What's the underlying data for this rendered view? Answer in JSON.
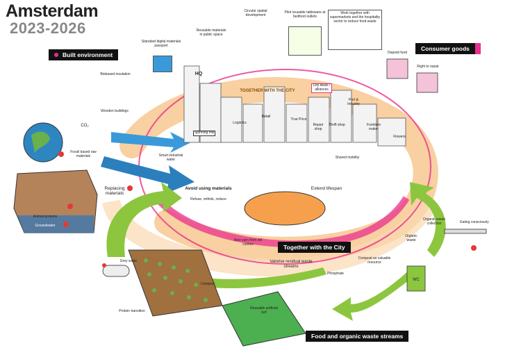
{
  "header": {
    "title": "Amsterdam",
    "subtitle": "2023-2026"
  },
  "sections": {
    "built_environment": "Built environment",
    "consumer_goods": "Consumer goods",
    "food_streams": "Food and organic waste streams",
    "together_city": "Together with the City"
  },
  "labels": {
    "materials_passport": "Standard digital materials passport",
    "reusable_public": "Reusable materials in public space",
    "circular_spatial": "Circular spatial development",
    "pilot_tableware": "Pilot reusable tableware at fastfood outlets",
    "work_together": "Work together with supermarkets and the hospitality sector to reduce food waste",
    "biobased_insulation": "Biobased insulation",
    "wooden_buildings": "Wooden buildings",
    "co2": "CO₂",
    "fossil_materials": "Fossil based raw materials",
    "replacing_materials": "Replacing materials",
    "animal_proteins": "Animal proteins",
    "groundwater": "Groundwater",
    "avoid_using": "Avoid using materials",
    "avoid_sub": "Refuse, rethink, reduce",
    "extend_lifespan": "Extend lifespan",
    "smart_water": "Smart industrial water",
    "spinning_mill": "Spinning mill",
    "logistics": "Logistics",
    "retail": "Retail",
    "true_price": "True Price",
    "repair_shop": "Repair shop",
    "thrift_shop": "Thrift shop",
    "port_industry": "Port & Industry",
    "furniture_maker": "Furniture maker",
    "flowers": "Flowers",
    "shared_mobility": "Shared mobility",
    "hq": "HQ",
    "together_banner": "TOGETHER WITH THE CITY",
    "city_deals": "City deals / alliances",
    "new_yarn": "New yarn from old clothes",
    "valorise": "Valorise residual waste streams",
    "phosphate": "Phosphate",
    "compost_resource": "Compost as valuable resource",
    "grey_water": "Grey water",
    "compost": "Compost",
    "protein_transition": "Protein transition",
    "reusable_turf": "Reusable artificial turf",
    "organic_collection": "Organic waste collection",
    "eating_consciously": "Eating consciously",
    "organic_waste": "Organic waste",
    "wc": "WC",
    "deposit_fund": "Deposit fund",
    "right_repair": "Right to repair"
  },
  "colors": {
    "pink": "#e8308c",
    "green": "#8cc63f",
    "orange": "#f7c48a",
    "blue": "#3a9ad9"
  }
}
